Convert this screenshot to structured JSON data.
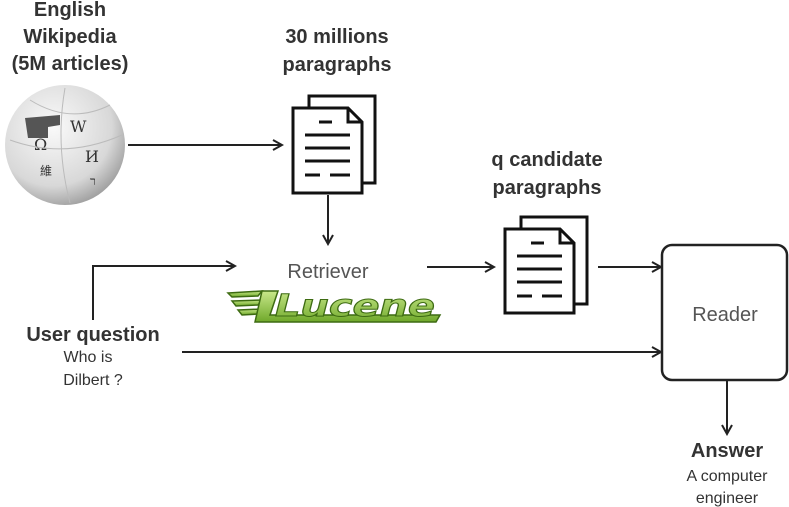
{
  "source": {
    "lines": [
      "English",
      "Wikipedia",
      "(5M articles)"
    ],
    "icon": "wikipedia-globe-icon"
  },
  "corpus": {
    "lines": [
      "30 millions",
      "paragraphs"
    ],
    "icon": "document-stack-icon"
  },
  "retriever": {
    "label": "Retriever",
    "logo_text": "Lucene",
    "logo_color": "#8fc43b"
  },
  "candidates": {
    "lines": [
      "q candidate",
      "paragraphs"
    ],
    "icon": "document-stack-icon"
  },
  "reader": {
    "label": "Reader"
  },
  "question": {
    "title": "User question",
    "lines": [
      "Who is",
      "Dilbert ?"
    ]
  },
  "answer": {
    "title": "Answer",
    "lines": [
      "A computer",
      "engineer"
    ]
  }
}
